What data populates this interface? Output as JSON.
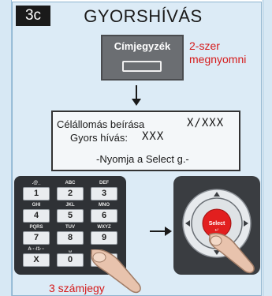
{
  "step": "3c",
  "title": "GYORSHÍVÁS",
  "phonebook_button": {
    "label": "Címjegyzék"
  },
  "note": {
    "line1": "2-szer",
    "line2": "megnyomni"
  },
  "screen": {
    "line1_label": "Célállomás beírása",
    "line1_value": "X/XXX",
    "line2_label": "Gyors hívás:",
    "line2_value": "XXX",
    "line3": "-Nyomja a Select g.-"
  },
  "keypad": {
    "keys": [
      {
        "digit": "1",
        "letters": ".@_"
      },
      {
        "digit": "2",
        "letters": "ABC"
      },
      {
        "digit": "3",
        "letters": "DEF"
      },
      {
        "digit": "4",
        "letters": "GHI"
      },
      {
        "digit": "5",
        "letters": "JKL"
      },
      {
        "digit": "6",
        "letters": "MNO"
      },
      {
        "digit": "7",
        "letters": "PQRS"
      },
      {
        "digit": "8",
        "letters": "TUV"
      },
      {
        "digit": "9",
        "letters": "WXYZ"
      },
      {
        "digit": "X",
        "letters": "A···/1···"
      },
      {
        "digit": "0",
        "letters": "␣"
      },
      {
        "digit": "#",
        "letters": ""
      }
    ]
  },
  "select_button": {
    "label": "Select"
  },
  "digits_note": "3 számjegy",
  "colors": {
    "accent_red": "#d61a1a",
    "panel_bg": "#dcebf6",
    "device_dark": "#2f3236"
  }
}
